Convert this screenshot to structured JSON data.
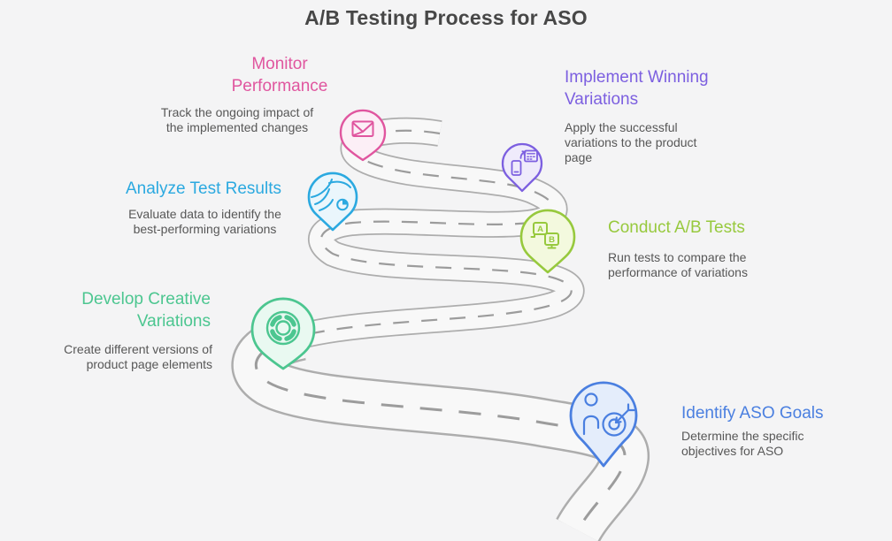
{
  "page": {
    "title": "A/B Testing Process for ASO"
  },
  "road": {
    "edge_color": "#adadad",
    "fill_color": "#f8f8f8",
    "dash_color": "#9c9c9c"
  },
  "milestones": [
    {
      "step": 1,
      "id": "identify-aso-goals",
      "label": "Identify ASO Goals",
      "description": "Determine the specific objectives for ASO",
      "color": "#4a7fe0",
      "fill": "#e4edfb",
      "icon": "person-target-icon"
    },
    {
      "step": 2,
      "id": "develop-creative-variations",
      "label": "Develop Creative Variations",
      "description": "Create different versions of product page elements",
      "color": "#4cc690",
      "fill": "#e9f9f1",
      "icon": "wheel-icon"
    },
    {
      "step": 3,
      "id": "conduct-ab-tests",
      "label": "Conduct A/B Tests",
      "description": "Run tests to compare the performance of variations",
      "color": "#97c93d",
      "fill": "#f3f9de",
      "icon": "ab-monitors-icon",
      "monitor_a_label": "A",
      "monitor_b_label": "B"
    },
    {
      "step": 4,
      "id": "analyze-test-results",
      "label": "Analyze Test Results",
      "description": "Evaluate data to identify the best-performing variations",
      "color": "#2ba9e0",
      "fill": "#eaf6fc",
      "icon": "speed-clock-icon"
    },
    {
      "step": 5,
      "id": "implement-winning-variations",
      "label": "Implement Winning Variations",
      "description": "Apply the successful variations to the product page",
      "color": "#7c5fe0",
      "fill": "#efebfb",
      "icon": "phone-sync-icon"
    },
    {
      "step": 6,
      "id": "monitor-performance",
      "label": "Monitor Performance",
      "description": "Track the ongoing impact of the implemented changes",
      "color": "#e0569f",
      "fill": "#fceff6",
      "icon": "mail-icon"
    }
  ]
}
